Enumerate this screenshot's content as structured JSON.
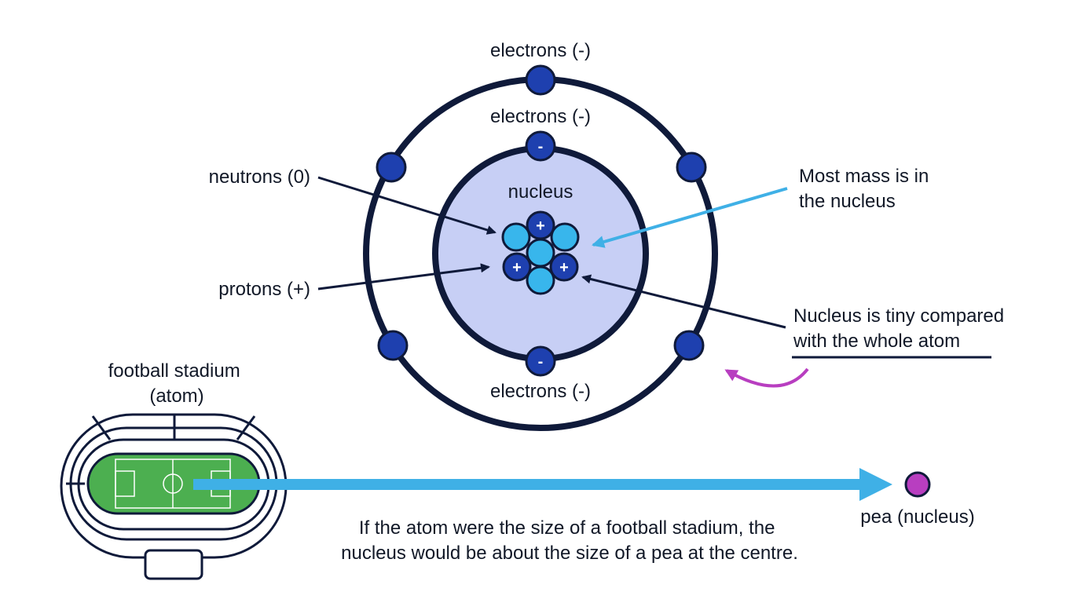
{
  "atom": {
    "outer_shell_label": "electrons (-)",
    "inner_shell_label": "electrons (-)",
    "bottom_shell_label": "electrons (-)",
    "nucleus_label": "nucleus",
    "neutrons_label": "neutrons (0)",
    "protons_label": "protons (+)",
    "proton_sign": "+",
    "electron_sign": "-"
  },
  "callouts": {
    "mass": "Most mass is in\nthe nucleus",
    "tiny": "Nucleus is tiny compared\nwith the whole atom"
  },
  "analogy": {
    "stadium_label": "football stadium\n(atom)",
    "pea_label": "pea (nucleus)",
    "caption": "If the atom were the size of a football stadium, the\nnucleus would be about the size of a pea at the centre."
  },
  "colors": {
    "outline": "#0f1a3a",
    "electron": "#1e40af",
    "nucleus_fill": "#c7cff5",
    "neutron": "#38b6ec",
    "arrow_blue": "#3fb0e6",
    "pea": "#b83ec0",
    "pitch": "#4caf50"
  }
}
